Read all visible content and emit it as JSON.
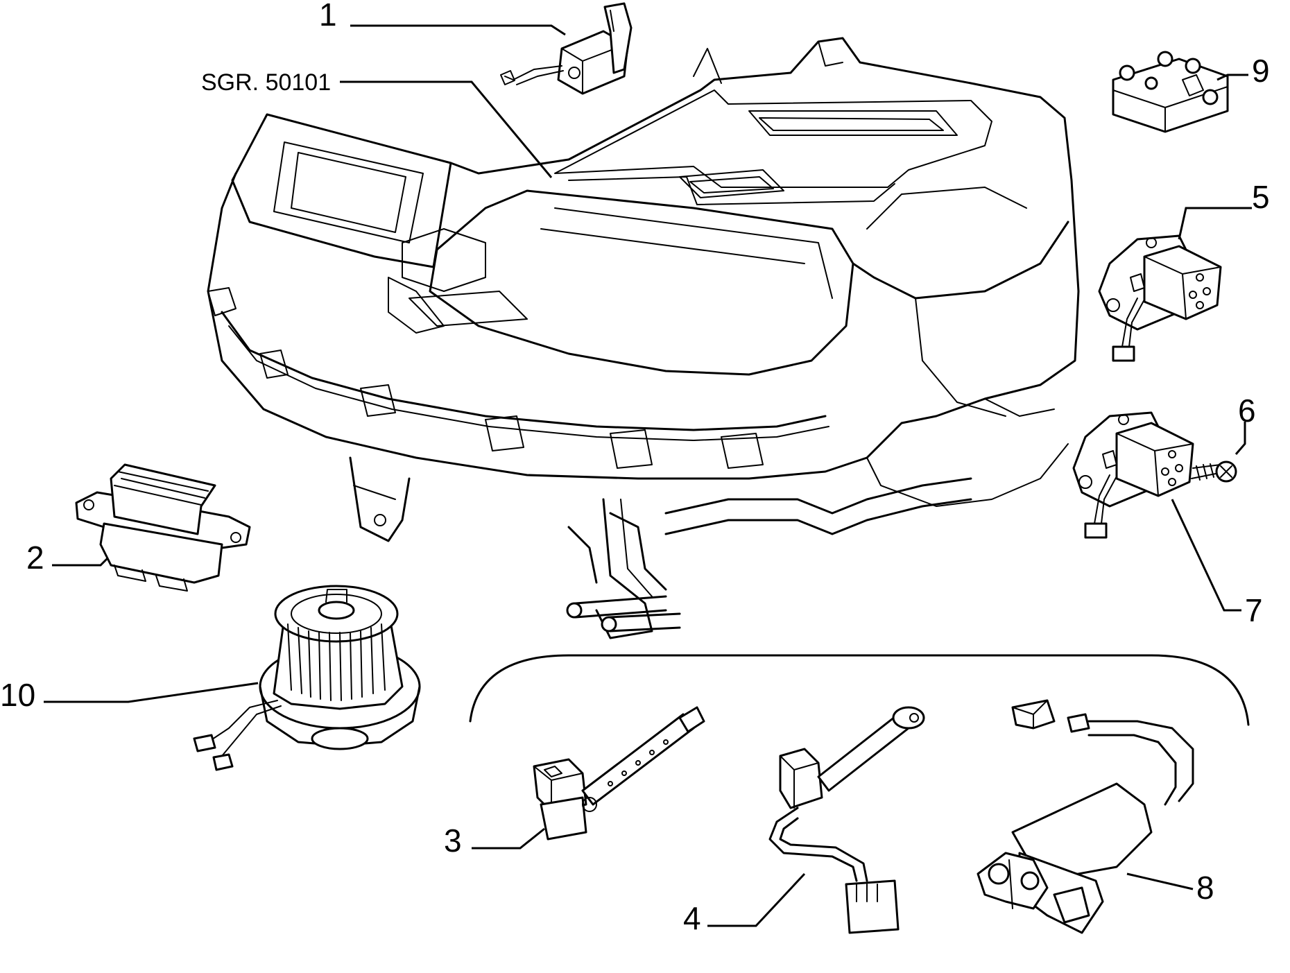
{
  "diagram": {
    "reference_label": "SGR. 50101",
    "callouts": [
      {
        "id": "1",
        "label": "1"
      },
      {
        "id": "2",
        "label": "2"
      },
      {
        "id": "3",
        "label": "3"
      },
      {
        "id": "4",
        "label": "4"
      },
      {
        "id": "5",
        "label": "5"
      },
      {
        "id": "6",
        "label": "6"
      },
      {
        "id": "7",
        "label": "7"
      },
      {
        "id": "8",
        "label": "8"
      },
      {
        "id": "9",
        "label": "9"
      },
      {
        "id": "10",
        "label": "10"
      }
    ]
  }
}
